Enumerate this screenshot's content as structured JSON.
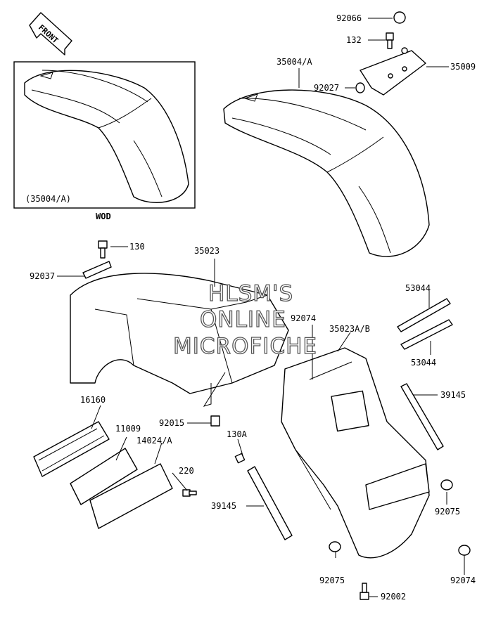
{
  "direction_label": "FRONT",
  "inset": {
    "label": "(35004/A)",
    "caption": "WOD"
  },
  "watermark": [
    "HLSM'S",
    "ONLINE",
    "MICROFICHE"
  ],
  "callouts": {
    "c92066": "92066",
    "c132": "132",
    "c35004a": "35004/A",
    "c35009": "35009",
    "c92027": "92027",
    "c130": "130",
    "c35023": "35023",
    "c92037": "92037",
    "c92074a": "92074",
    "c35023ab": "35023A/B",
    "c53044a": "53044",
    "c53044b": "53044",
    "c16160": "16160",
    "c11009": "11009",
    "c14024a": "14024/A",
    "c92015": "92015",
    "c130a": "130A",
    "c39145a": "39145",
    "c220": "220",
    "c39145b": "39145",
    "c92075a": "92075",
    "c92075b": "92075",
    "c92074b": "92074",
    "c92002": "92002"
  }
}
